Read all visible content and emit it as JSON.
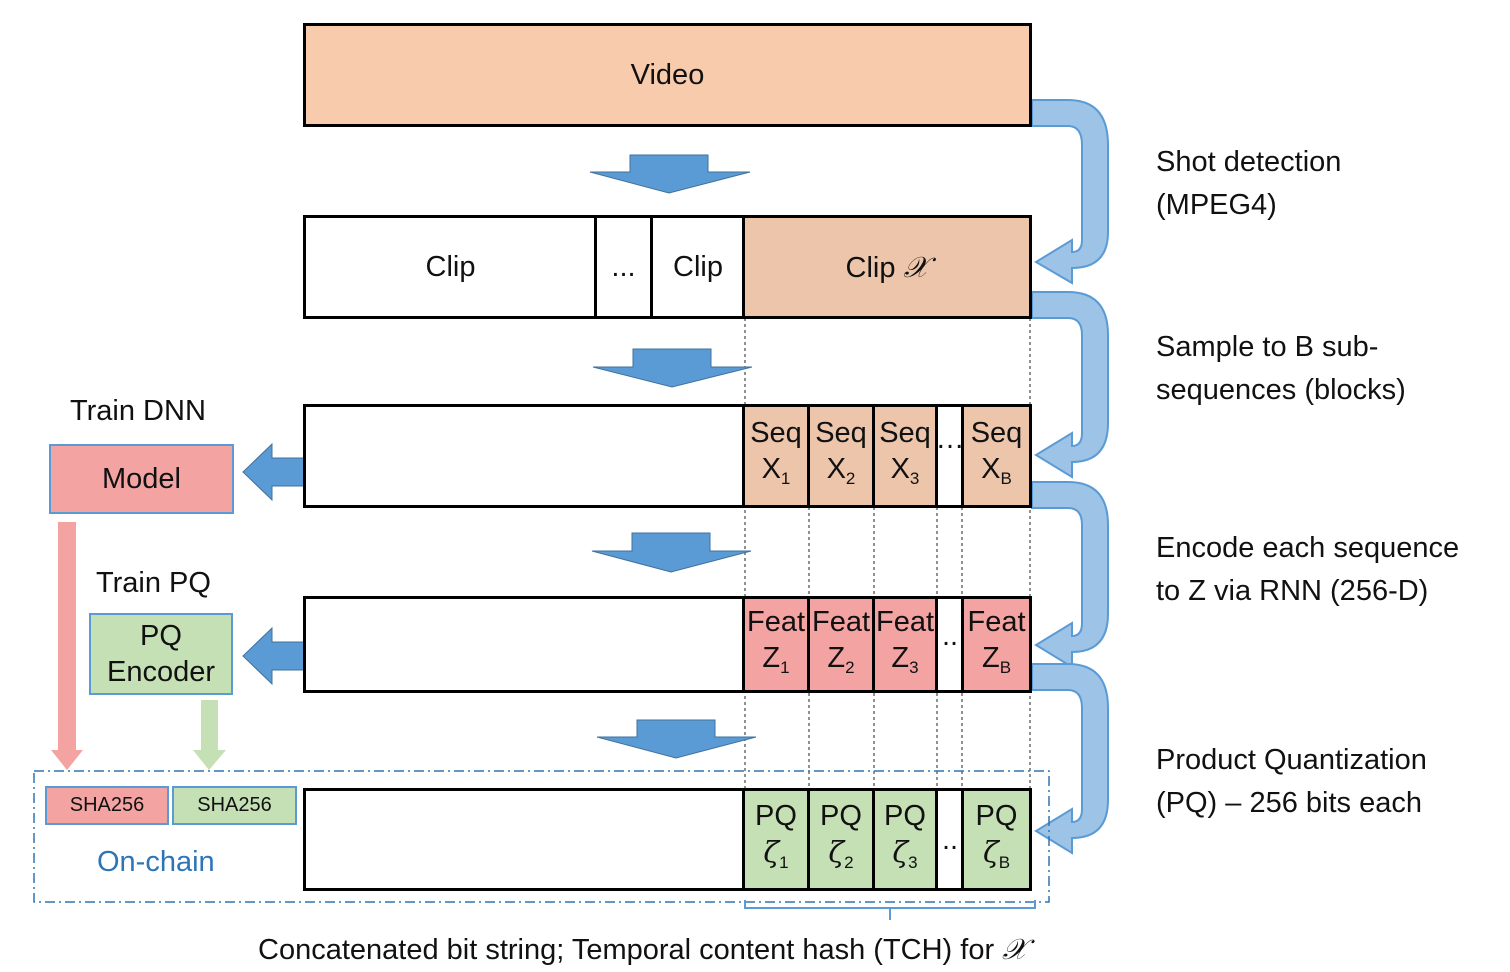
{
  "video": {
    "label": "Video"
  },
  "clips": {
    "clip1": "Clip",
    "ellipsis": "...",
    "clip2": "Clip",
    "clip_x": "Clip",
    "clip_x_symbol": "𝒳"
  },
  "sequences": [
    {
      "line1": "Seq",
      "sym": "X",
      "sub": "1"
    },
    {
      "line1": "Seq",
      "sym": "X",
      "sub": "2"
    },
    {
      "line1": "Seq",
      "sym": "X",
      "sub": "3"
    },
    {
      "line1": "Seq",
      "sym": "X",
      "sub": "B"
    }
  ],
  "seq_ellipsis": "…",
  "features": [
    {
      "line1": "Feat",
      "sym": "Z",
      "sub": "1"
    },
    {
      "line1": "Feat",
      "sym": "Z",
      "sub": "2"
    },
    {
      "line1": "Feat",
      "sym": "Z",
      "sub": "3"
    },
    {
      "line1": "Feat",
      "sym": "Z",
      "sub": "B"
    }
  ],
  "feat_ellipsis": "..",
  "pq_codes": [
    {
      "line1": "PQ",
      "sym": "ζ",
      "sub": "1"
    },
    {
      "line1": "PQ",
      "sym": "ζ",
      "sub": "2"
    },
    {
      "line1": "PQ",
      "sym": "ζ",
      "sub": "3"
    },
    {
      "line1": "PQ",
      "sym": "ζ",
      "sub": "B"
    }
  ],
  "pq_ellipsis": "..",
  "left": {
    "train_dnn": "Train DNN",
    "model": "Model",
    "train_pq": "Train PQ",
    "pq_encoder_line1": "PQ",
    "pq_encoder_line2": "Encoder",
    "sha_model": "SHA256",
    "sha_pq": "SHA256",
    "on_chain": "On-chain"
  },
  "steps": {
    "shot_1": "Shot detection",
    "shot_2": "(MPEG4)",
    "sample_1": "Sample to B sub-",
    "sample_2": "sequences (blocks)",
    "encode_1": "Encode each sequence",
    "encode_2": "to Z via RNN (256-D)",
    "pq_1": "Product Quantization",
    "pq_2": "(PQ) – 256 bits each"
  },
  "caption": {
    "text": "Concatenated bit string; Temporal content hash (TCH) for",
    "symbol": "𝒳"
  },
  "colors": {
    "video_fill": "#f8cbad",
    "clip_x_fill": "#ecc5ab",
    "seq_fill": "#ecc5ab",
    "feat_fill": "#f4a3a3",
    "pq_fill": "#c5e0b4",
    "model_fill": "#f4a3a3",
    "pq_encoder_fill": "#c5e0b4",
    "arrow_blue": "#5b9bd5",
    "curve_blue": "#9dc3e6",
    "onchain_text": "#2e75b6"
  }
}
